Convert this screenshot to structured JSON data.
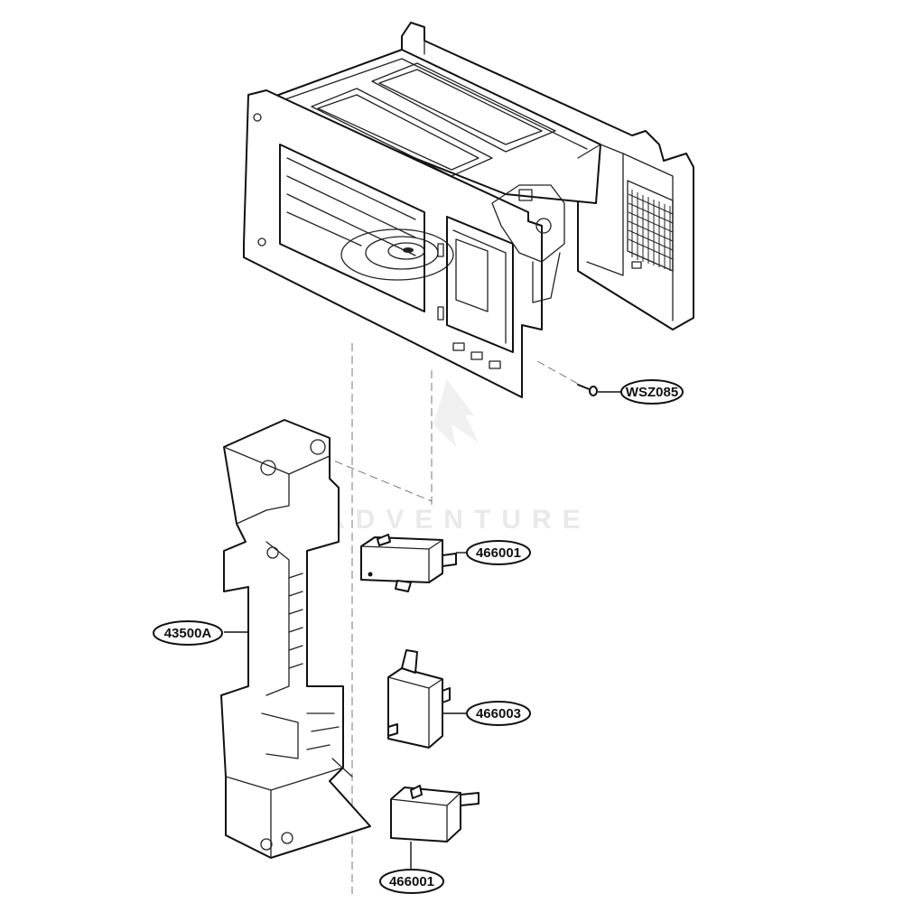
{
  "callouts": {
    "screw": "WSZ085",
    "switch_top": "466001",
    "latch_board": "43500A",
    "switch_middle": "466003",
    "switch_bottom": "466001"
  },
  "watermark": "ADVENTURE"
}
